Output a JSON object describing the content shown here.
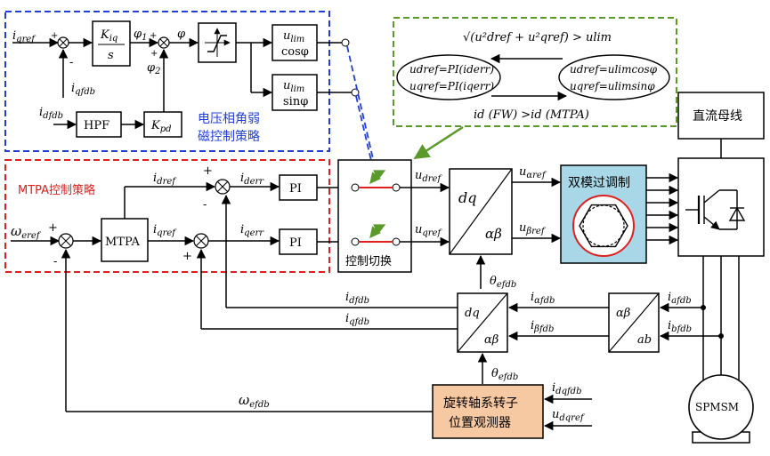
{
  "colors": {
    "flux_weakening_frame": "#1f3fd6",
    "mtpa_frame": "#e0201c",
    "fw_condition_frame": "#5a9a2a",
    "modulation_fill": "#a8d8e8",
    "observer_fill": "#f7c9a2",
    "red_contact": "#e0201c",
    "green_arrow": "#5a9a2a"
  },
  "fw_strategy": {
    "label_line1": "电压相角弱",
    "label_line2": "磁控制策略",
    "input_iqref": "i",
    "input_iqref_sub": "qref",
    "feedback_iqfdb": "i",
    "feedback_iqfdb_sub": "qfdb",
    "input_idfdb": "i",
    "input_idfdb_sub": "dfdb",
    "kiq_num": "K",
    "kiq_sub": "iq",
    "kiq_den": "s",
    "phi1": "φ",
    "phi1_sub": "1",
    "phi2": "φ",
    "phi2_sub": "2",
    "phi": "φ",
    "hpf_label": "HPF",
    "kpd": "K",
    "kpd_sub": "pd",
    "ulim_cos_top": "u",
    "ulim_cos_top_sub": "lim",
    "ulim_cos_bottom": "cosφ",
    "ulim_sin_top": "u",
    "ulim_sin_top_sub": "lim",
    "ulim_sin_bottom": "sinφ",
    "plus": "+",
    "minus": "-"
  },
  "fw_condition": {
    "condition": "√(u²dref + u²qref) > ulim",
    "left_line1": "udref=PI(iderr)",
    "left_line2": "uqref=PI(iqerr)",
    "right_line1": "udref=ulimcosφ",
    "right_line2": "uqref=ulimsinφ",
    "switch_condition": "id (FW) >id (MTPA)"
  },
  "mtpa_strategy": {
    "label": "MTPA控制策略",
    "omega_eref": "ω",
    "omega_eref_sub": "eref",
    "mtpa_block": "MTPA",
    "idref": "i",
    "idref_sub": "dref",
    "iqref": "i",
    "iqref_sub": "qref",
    "iderr": "i",
    "iderr_sub": "derr",
    "iqerr": "i",
    "iqerr_sub": "qerr",
    "pi": "PI",
    "plus": "+",
    "minus": "-"
  },
  "switch_block": {
    "label": "控制切换",
    "udref": "u",
    "udref_sub": "dref",
    "uqref": "u",
    "uqref_sub": "qref"
  },
  "dq_ab_block": {
    "top": "dq",
    "bottom": "αβ",
    "theta": "θ",
    "theta_sub": "efdb",
    "u_alpha": "u",
    "u_alpha_sub": "αref",
    "u_beta": "u",
    "u_beta_sub": "βref"
  },
  "svpwm": {
    "label": "双模过调制"
  },
  "dc_bus": {
    "label": "直流母线"
  },
  "feedback": {
    "idfdb": "i",
    "idfdb_sub": "dfdb",
    "iqfdb": "i",
    "iqfdb_sub": "qfdb",
    "ialpha": "i",
    "ialpha_sub": "αfdb",
    "ibeta": "i",
    "ibeta_sub": "βfdb",
    "iafdb": "i",
    "iafdb_sub": "afdb",
    "ibfdb": "i",
    "ibfdb_sub": "bfdb",
    "dq": "dq",
    "ab_greek": "αβ",
    "ab_greek2": "αβ",
    "ab": "ab",
    "theta": "θ",
    "theta_sub": "efdb"
  },
  "observer": {
    "line1": "旋转轴系转子",
    "line2": "位置观测器",
    "idqfdb": "i",
    "idqfdb_sub": "dqfdb",
    "udqref": "u",
    "udqref_sub": "dqref",
    "omega_efdb": "ω",
    "omega_efdb_sub": "efdb"
  },
  "motor": {
    "label": "SPMSM"
  }
}
